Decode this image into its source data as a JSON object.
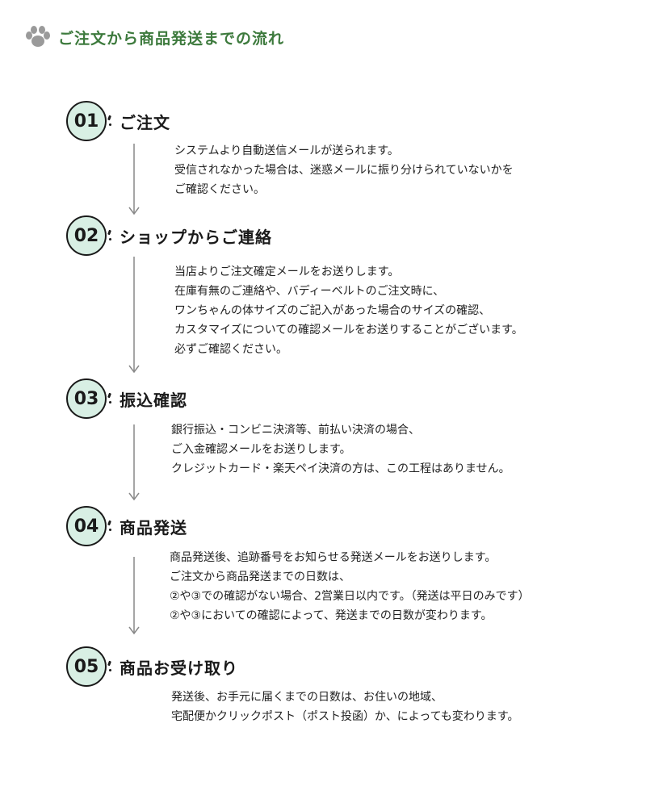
{
  "header": {
    "title": "ご注文から商品発送までの流れ",
    "icon": "paw-icon",
    "accent": "#3d7a3d"
  },
  "steps": [
    {
      "number": "01",
      "title": "ご注文",
      "lines": [
        "システムより自動送信メールが送られます。",
        "受信されなかった場合は、迷惑メールに振り分けられていないかを",
        "ご確認ください。"
      ]
    },
    {
      "number": "02",
      "title": "ショップからご連絡",
      "lines": [
        "当店よりご注文確定メールをお送りします。",
        "在庫有無のご連絡や、バディーベルトのご注文時に、",
        "ワンちゃんの体サイズのご記入があった場合のサイズの確認、",
        "カスタマイズについての確認メールをお送りすることがございます。",
        "必ずご確認ください。"
      ]
    },
    {
      "number": "03",
      "title": "振込確認",
      "lines": [
        "銀行振込・コンビニ決済等、前払い決済の場合、",
        "ご入金確認メールをお送りします。",
        "クレジットカード・楽天ペイ決済の方は、この工程はありません。"
      ]
    },
    {
      "number": "04",
      "title": "商品発送",
      "lines": [
        "商品発送後、追跡番号をお知らせる発送メールをお送りします。",
        "ご注文から商品発送までの日数は、",
        "②や③での確認がない場合、2営業日以内です。（発送は平日のみです）",
        "②や③においての確認によって、発送までの日数が変わります。"
      ]
    },
    {
      "number": "05",
      "title": "商品お受け取り",
      "lines": [
        "発送後、お手元に届くまでの日数は、お住いの地域、",
        "宅配便かクリックポスト（ポスト投函）か、によっても変わります。"
      ]
    }
  ],
  "colors": {
    "circle_fill": "#d8efe4",
    "circle_stroke": "#1a1a1a",
    "arrow": "#888888"
  }
}
